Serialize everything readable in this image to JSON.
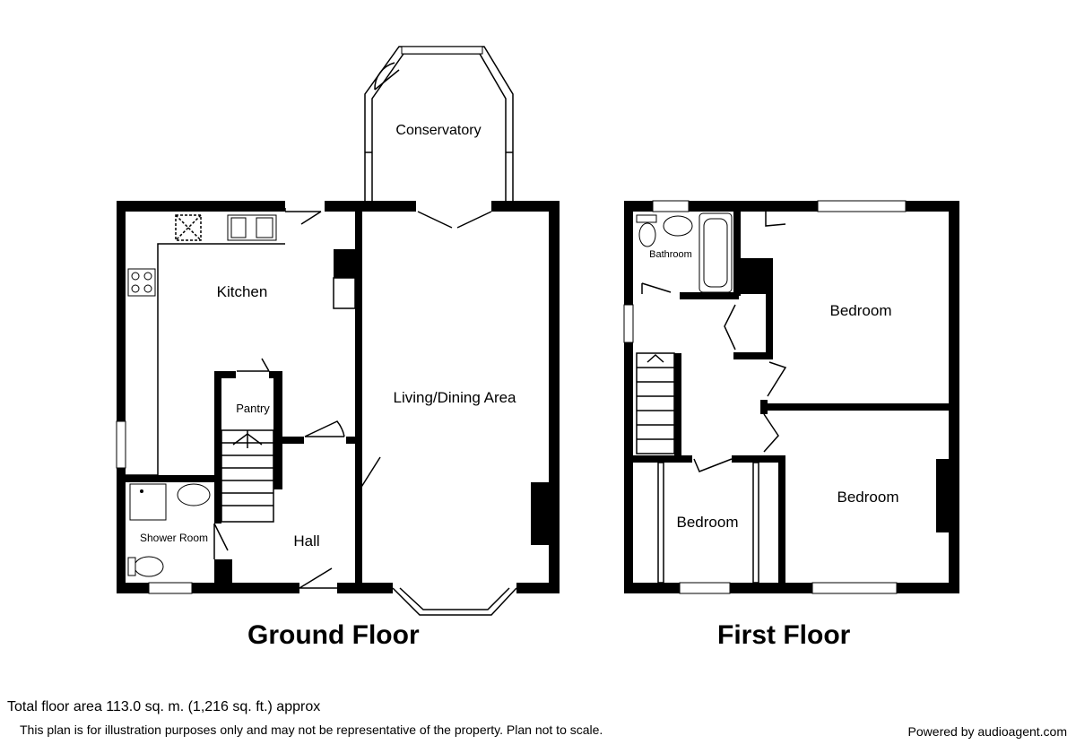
{
  "floors": {
    "ground": {
      "title": "Ground Floor",
      "rooms": {
        "conservatory": "Conservatory",
        "kitchen": "Kitchen",
        "living": "Living/Dining Area",
        "pantry": "Pantry",
        "shower": "Shower Room",
        "hall": "Hall"
      }
    },
    "first": {
      "title": "First Floor",
      "rooms": {
        "bathroom": "Bathroom",
        "bedroom1": "Bedroom",
        "bedroom2": "Bedroom",
        "bedroom3": "Bedroom"
      }
    }
  },
  "footer": {
    "area": "Total floor area 113.0 sq. m. (1,216 sq. ft.) approx",
    "disclaimer": "This plan is for illustration purposes only and may not be representative of the property. Plan not to scale.",
    "powered": "Powered by audioagent.com"
  }
}
